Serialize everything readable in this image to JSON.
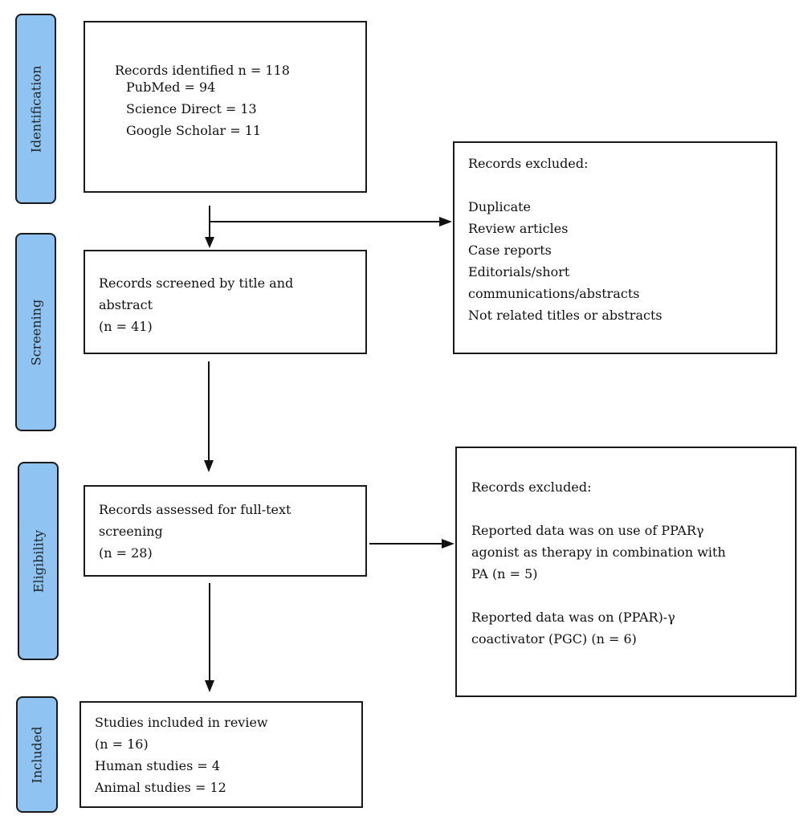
{
  "phases": {
    "identification": "Identification",
    "screening": "Screening",
    "eligibility": "Eligibility",
    "included": "Included"
  },
  "identification_box": {
    "total": "Records identified n = 118",
    "pubmed": "PubMed = 94",
    "science_direct": "Science Direct = 13",
    "google_scholar": "Google Scholar = 11"
  },
  "excluded_screening": {
    "heading": "Records excluded:",
    "items": [
      "Duplicate",
      "Review articles",
      "Case reports",
      "Editorials/short",
      "communications/abstracts",
      "Not related titles or abstracts"
    ]
  },
  "screening_box": {
    "line1": "Records screened by title and",
    "line2": "abstract",
    "count": "(n = 41)"
  },
  "eligibility_box": {
    "line1": "Records assessed for full-text",
    "line2": "screening",
    "count": "(n = 28)"
  },
  "excluded_eligibility": {
    "heading": "Records excluded:",
    "reason1_line1": "Reported data was on use of PPARγ",
    "reason1_line2": "agonist as therapy in combination with",
    "reason1_line3": "PA (n = 5)",
    "reason2_line1": "Reported data was on (PPAR)-γ",
    "reason2_line2": "coactivator (PGC) (n = 6)"
  },
  "included_box": {
    "line1": "Studies included in review",
    "count": "(n = 16)",
    "human": "Human studies = 4",
    "animal": "Animal studies = 12"
  },
  "colors": {
    "phase_fill": "#8ec3f2",
    "border": "#1a1a1a"
  }
}
